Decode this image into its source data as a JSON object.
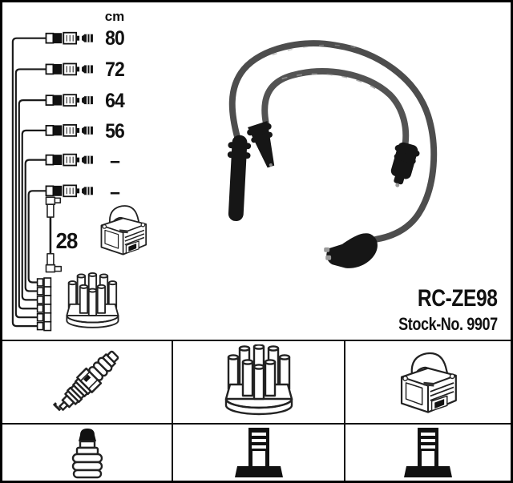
{
  "product": {
    "part_number": "RC-ZE98",
    "stock_label": "Stock-No. 9907"
  },
  "measurements": {
    "unit": "cm",
    "cable_lengths": [
      "80",
      "72",
      "64",
      "56",
      "–",
      "–"
    ],
    "coil_wire_length": "28"
  },
  "legend": {
    "row1_icons": [
      "spark-plug-icon",
      "distributor-cap-icon",
      "ignition-coil-icon"
    ],
    "row2_icons": [
      "plug-terminal-icon",
      "distributor-terminal-icon",
      "coil-terminal-icon"
    ]
  },
  "colors": {
    "background": "#ffffff",
    "border": "#000000",
    "schematic_line": "#1a1a1a",
    "cable_gray": "#4d4d4d",
    "boot_black": "#161616",
    "text": "#111111"
  }
}
